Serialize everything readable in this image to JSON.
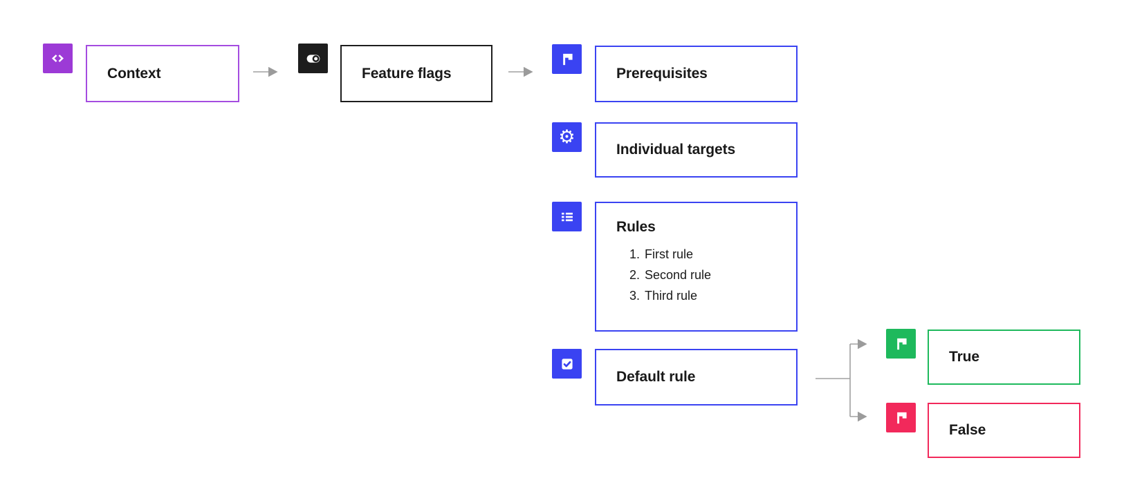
{
  "colors": {
    "purple": "#9C3AD6",
    "purple_border": "#A44CE0",
    "black": "#1D1D1D",
    "blue": "#3A43F2",
    "green": "#1EB95C",
    "red": "#F2295B",
    "arrow": "#A0A0A0",
    "text": "#191919"
  },
  "nodes": {
    "context": {
      "label": "Context",
      "icon": "code-icon"
    },
    "feature_flags": {
      "label": "Feature flags",
      "icon": "toggle-icon"
    },
    "prerequisites": {
      "label": "Prerequisites",
      "icon": "flag-icon"
    },
    "individual_targets": {
      "label": "Individual targets",
      "icon": "gear-icon"
    },
    "rules": {
      "label": "Rules",
      "icon": "list-icon",
      "items": [
        {
          "num": "1.",
          "text": "First rule"
        },
        {
          "num": "2.",
          "text": "Second rule"
        },
        {
          "num": "3.",
          "text": "Third rule"
        }
      ]
    },
    "default_rule": {
      "label": "Default rule",
      "icon": "checkbox-icon"
    },
    "outcome_true": {
      "label": "True",
      "icon": "flag-icon"
    },
    "outcome_false": {
      "label": "False",
      "icon": "flag-icon"
    }
  }
}
